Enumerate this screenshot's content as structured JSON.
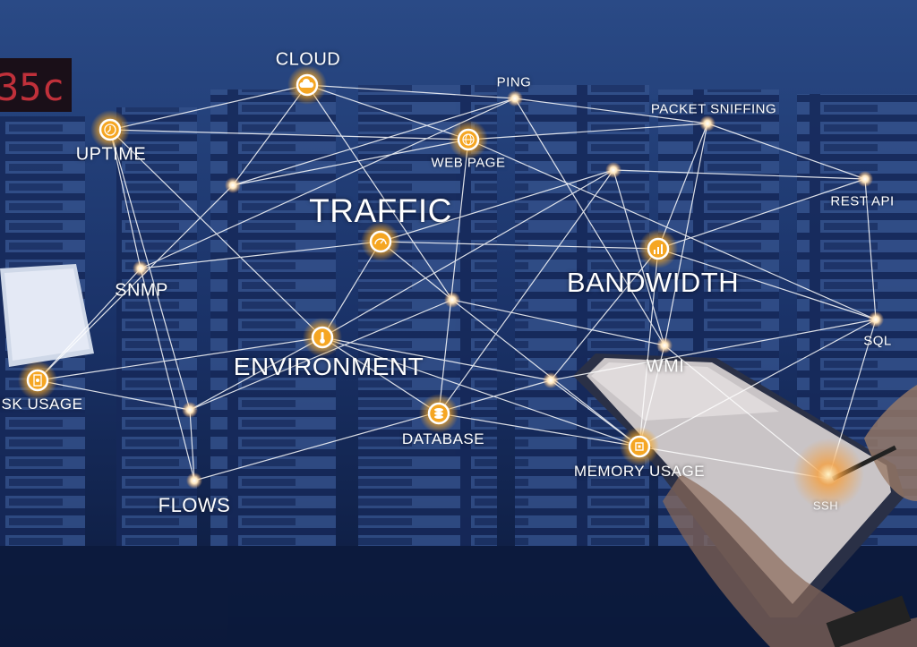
{
  "display_reading": "35c",
  "colors": {
    "node_glow": "#f5a623",
    "background": "#0e1f44",
    "line": "#ffffff"
  },
  "labels": {
    "cloud": "CLOUD",
    "ping": "PING",
    "packet_sniffing": "PACKET SNIFFING",
    "uptime": "UPTIME",
    "web_page": "WEB PAGE",
    "rest_api": "REST API",
    "traffic": "TRAFFIC",
    "bandwidth": "BANDWIDTH",
    "snmp": "SNMP",
    "sql": "SQL",
    "environment": "ENVIRONMENT",
    "wmi": "WMI",
    "disk_usage": "DISK USAGE",
    "database": "DATABASE",
    "memory_usage": "MEMORY USAGE",
    "flows": "FLOWS",
    "ssh": "SSH"
  },
  "icons": [
    "cloud-icon",
    "clock-icon",
    "globe-icon",
    "gauge-icon",
    "bar-chart-icon",
    "thermometer-icon",
    "disk-icon",
    "database-icon",
    "chip-icon"
  ]
}
